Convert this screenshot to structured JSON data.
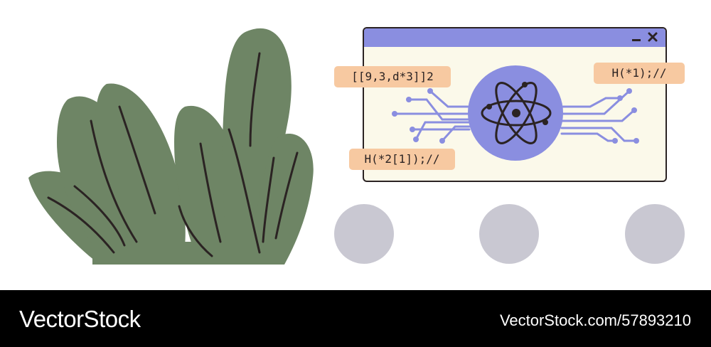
{
  "code_tags": {
    "left_top": "[[9,3,d*3]]2",
    "right_top": "H(*1);//",
    "left_bottom": "H(*2[1]);//"
  },
  "icons": {
    "plant": "leafy-plant-illustration",
    "atom": "atom-icon",
    "minimize": "minimize-icon",
    "close": "close-icon"
  },
  "colors": {
    "titlebar": "#8a8ee0",
    "window_bg": "#fbf9ea",
    "tag_bg": "#f7c9a1",
    "leaf": "#6e8565",
    "circuit": "#8a8ee0",
    "dots": "#c9c8d2",
    "footer": "#000000"
  },
  "footer": {
    "brand": "VectorStock",
    "stock_id": "VectorStock.com/57893210"
  }
}
